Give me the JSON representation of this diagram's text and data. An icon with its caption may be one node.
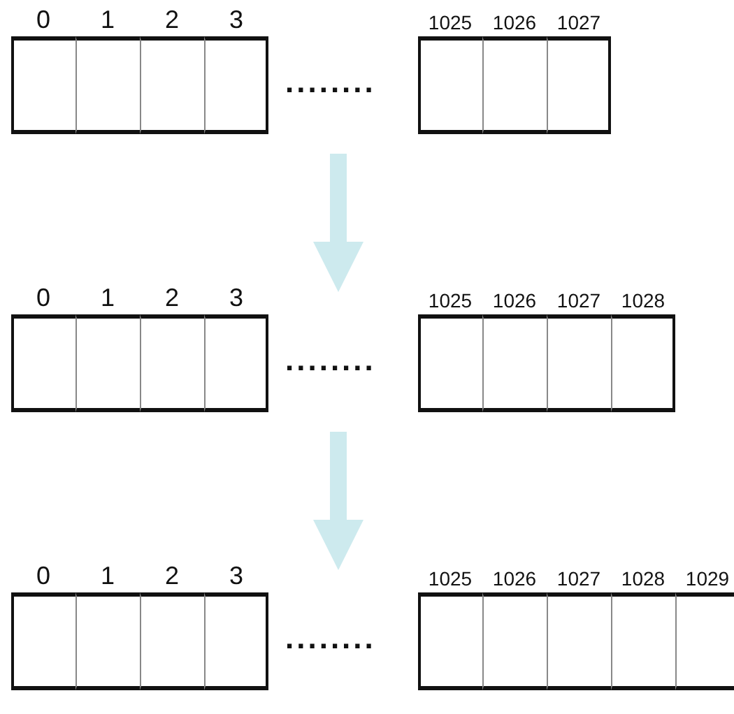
{
  "diagram": {
    "nodes": [
      {
        "text": [],
        "shape": "box"
      },
      {
        "text": [],
        "shape": "box"
      },
      {
        "text": [],
        "shape": "box"
      }
    ],
    "edges": [
      {
        "from": 0,
        "to": 1,
        "arrow": "to"
      },
      {
        "from": 1,
        "to": 2,
        "arrow": "to"
      }
    ],
    "labels": [
      "0",
      "1",
      "2",
      "3",
      "........",
      "1025",
      "1026",
      "1027",
      "0",
      "1",
      "2",
      "3",
      "........",
      "1025",
      "1026",
      "1027",
      "1028",
      "0",
      "1",
      "2",
      "3",
      "........",
      "1025",
      "1026",
      "1027",
      "1028",
      "1029"
    ]
  }
}
